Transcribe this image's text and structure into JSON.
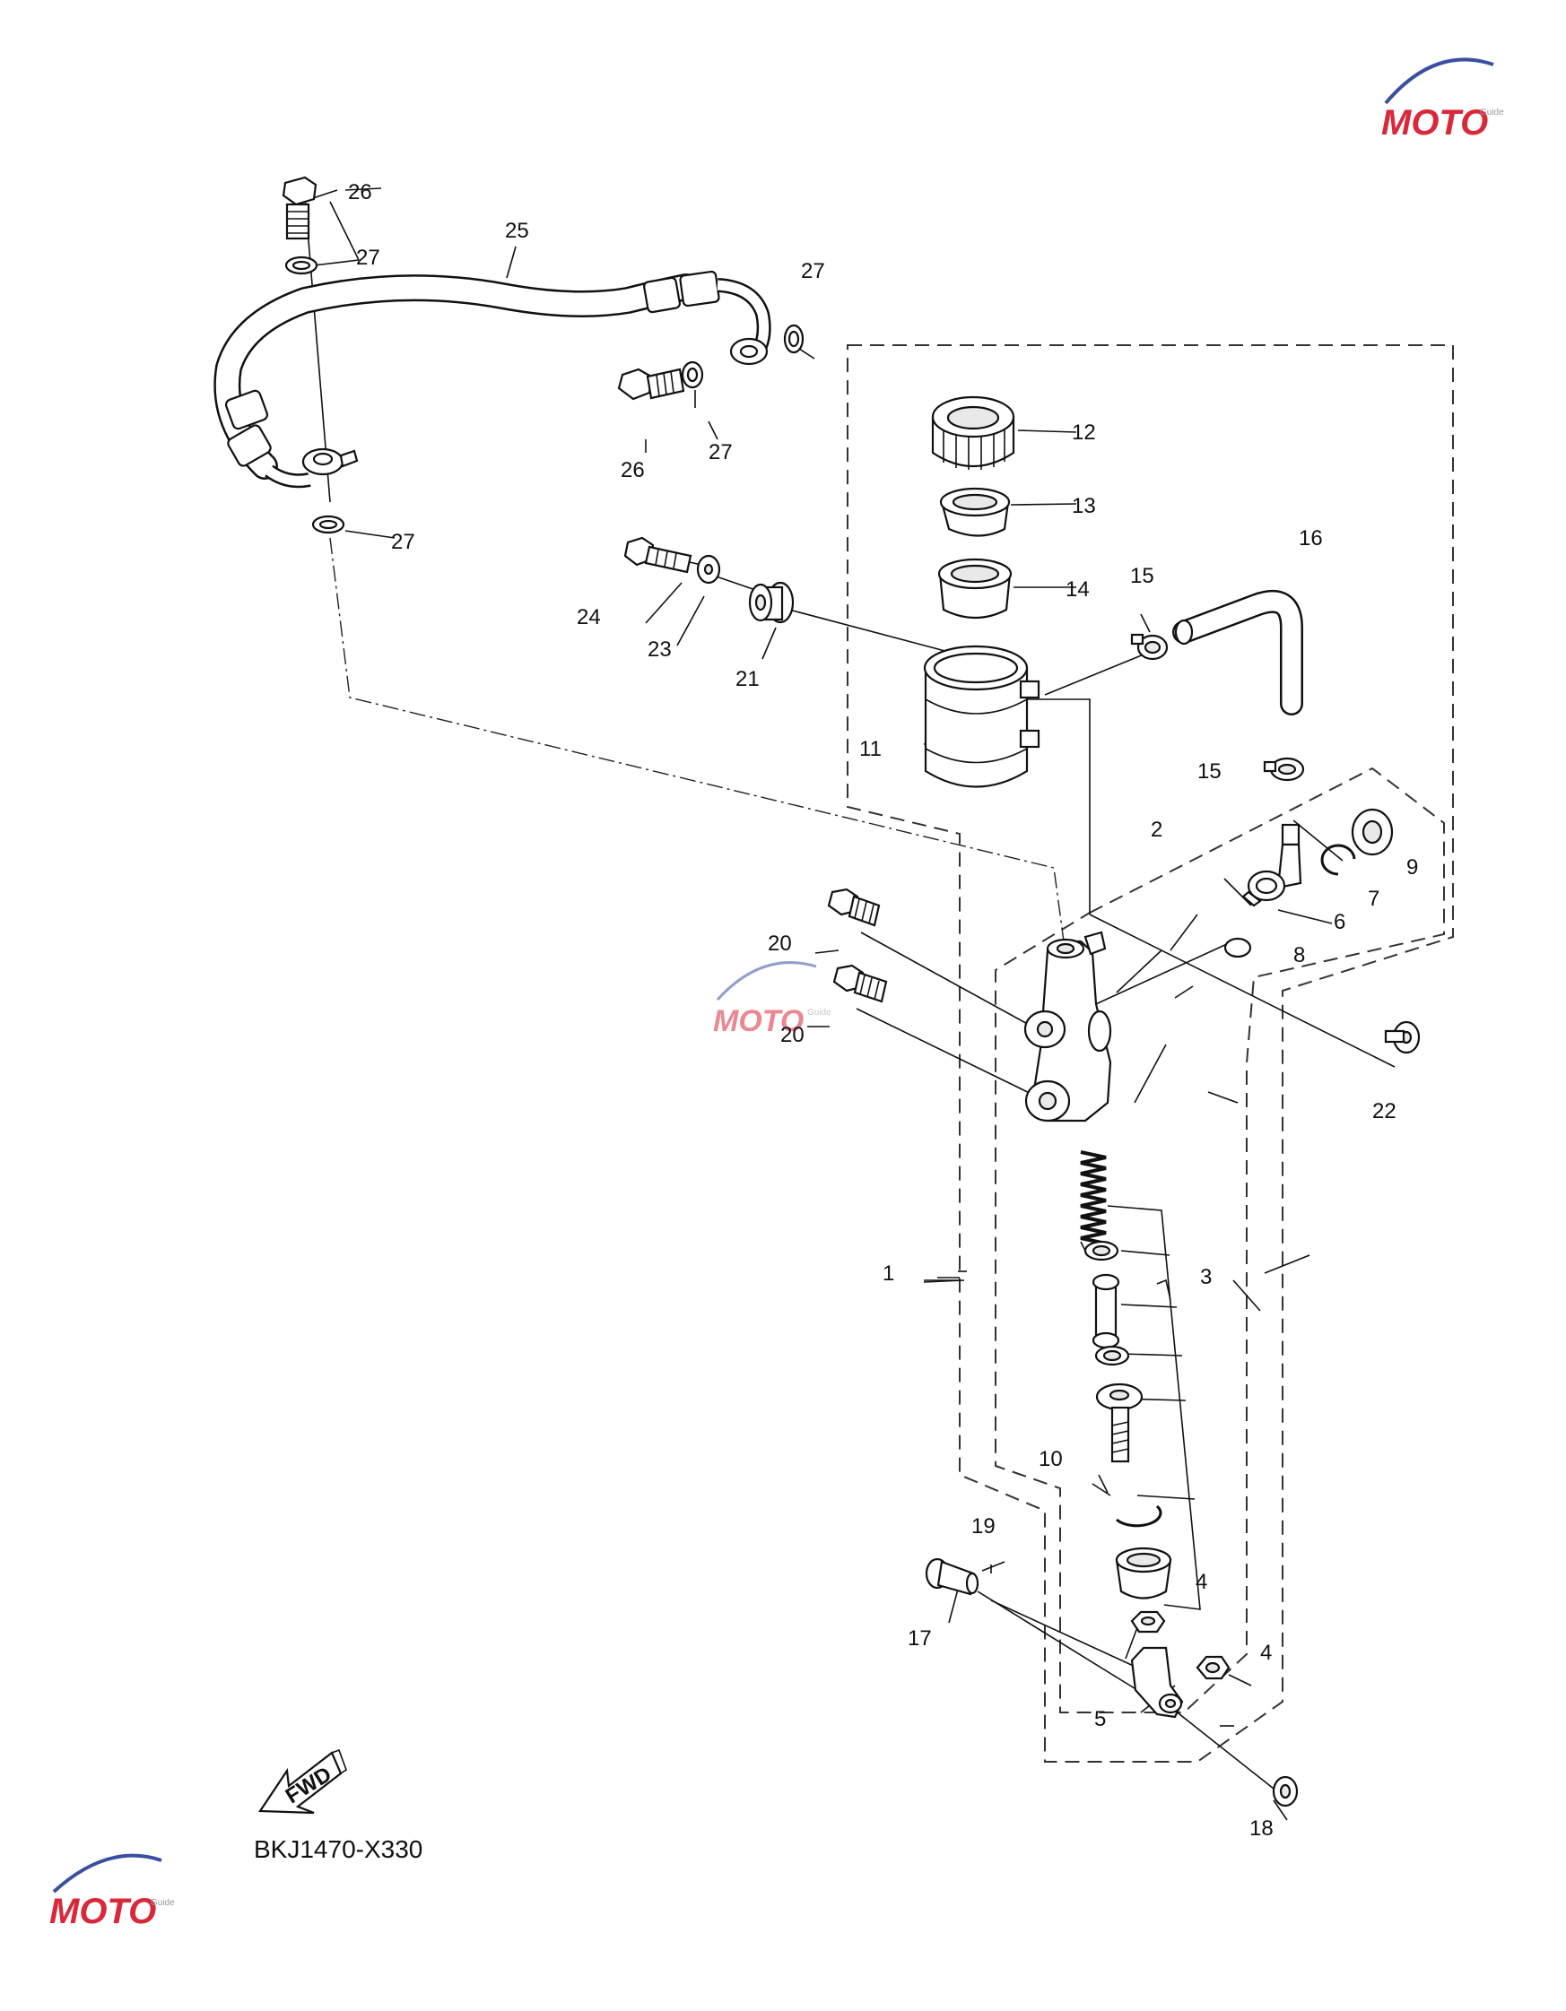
{
  "diagram_code": "BKJ1470-X330",
  "fwd_label": "FWD",
  "watermark": {
    "brand": "MOTO",
    "tagline": "Guide",
    "accent": "#d8283a",
    "swoosh": "#3a4fa3"
  },
  "callouts": {
    "c1": "1",
    "c2": "2",
    "c3": "3",
    "c4a": "4",
    "c4b": "4",
    "c5": "5",
    "c6": "6",
    "c7": "7",
    "c8": "8",
    "c9": "9",
    "c10": "10",
    "c11": "11",
    "c12": "12",
    "c13": "13",
    "c14": "14",
    "c15a": "15",
    "c15b": "15",
    "c16": "16",
    "c17": "17",
    "c18": "18",
    "c19": "19",
    "c20a": "20",
    "c20b": "20",
    "c21": "21",
    "c22": "22",
    "c23": "23",
    "c24": "24",
    "c25": "25",
    "c26a": "26",
    "c26b": "26",
    "c27a": "27",
    "c27b": "27",
    "c27c": "27",
    "c27d": "27"
  }
}
